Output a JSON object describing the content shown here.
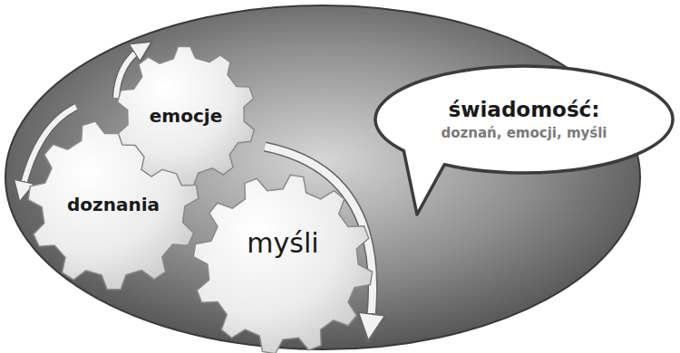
{
  "diagram": {
    "nodes": [
      {
        "text": [
          "emocje"
        ]
      },
      {
        "text": [
          "doznania"
        ]
      },
      {
        "text": [
          "myśli"
        ]
      },
      {
        "text": [
          "świadomość:",
          "doznań, emocji, myśli"
        ]
      }
    ]
  }
}
